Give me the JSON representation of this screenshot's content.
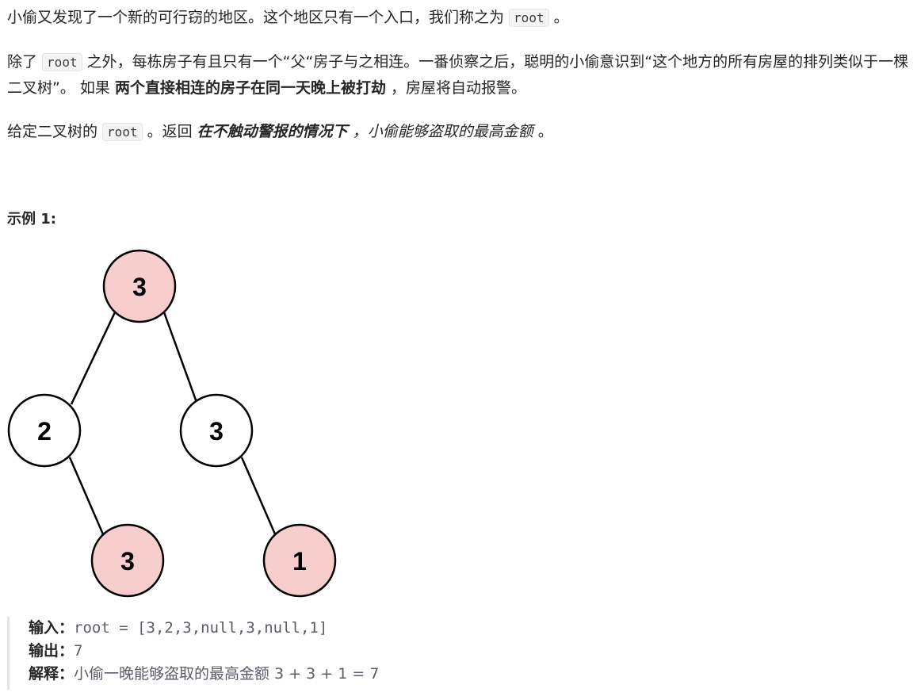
{
  "problem": {
    "p1": {
      "t1": "小偷又发现了一个新的可行窃的地区。这个地区只有一个入口，我们称之为 ",
      "code": "root",
      "t2": " 。"
    },
    "p2": {
      "t1": "除了 ",
      "code": "root",
      "t2": " 之外，每栋房子有且只有一个“父“房子与之相连。一番侦察之后，聪明的小偷意识到“这个地方的所有房屋的排列类似于一棵二叉树”。 如果 ",
      "strong": "两个直接相连的房子在同一天晚上被打劫",
      "t3": " ，房屋将自动报警。"
    },
    "p3": {
      "t1": "给定二叉树的 ",
      "code": "root",
      "t2": " 。返回 ",
      "strong_em": "在不触动警报的情况下",
      "t3": " ，",
      "em": "小偷能够盗取的最高金额",
      "t4": " 。"
    }
  },
  "example": {
    "title": "示例 1:",
    "tree": {
      "nodes": [
        {
          "id": "root",
          "value": "3",
          "highlighted": true
        },
        {
          "id": "left",
          "value": "2",
          "highlighted": false
        },
        {
          "id": "right",
          "value": "3",
          "highlighted": false
        },
        {
          "id": "left-right",
          "value": "3",
          "highlighted": true
        },
        {
          "id": "right-right",
          "value": "1",
          "highlighted": true
        }
      ],
      "colors": {
        "highlight_fill": "#f8cecc",
        "normal_fill": "#ffffff",
        "stroke": "#000000"
      }
    },
    "input_label": "输入：",
    "input_value": "root = [3,2,3,null,3,null,1]",
    "output_label": "输出：",
    "output_value": "7",
    "explain_label": "解释：",
    "explain_value": "小偷一晚能够盗取的最高金额 3 + 3 + 1 = 7"
  }
}
